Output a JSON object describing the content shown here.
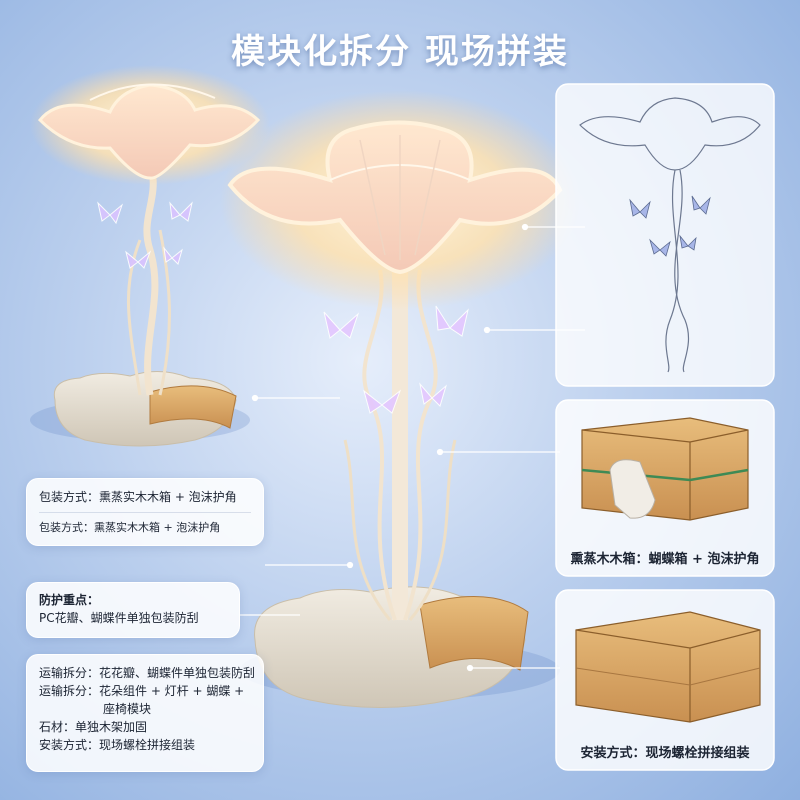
{
  "title": "模块化拆分 现场拼装",
  "left_panels": {
    "packing": {
      "line1": "包装方式：熏蒸实木木箱 + 泡沫护角",
      "line2": "包装方式：熏蒸实木木箱 + 泡沫护角"
    },
    "protection": {
      "heading": "防护重点：",
      "text": "PC花瓣、蝴蝶件单独包装防刮"
    },
    "transport": {
      "line1": "运输拆分：花花瓣、蝴蝶件单独包装防刮",
      "line2a": "运输拆分：花朵组件 + 灯杆 + 蝴蝶 +",
      "line2b": "座椅模块",
      "line3": "石材：单独木架加固",
      "line4": "安装方式：现场螺栓拼接组装"
    }
  },
  "right_panels": {
    "crate_top_caption": "熏蒸木木箱：蝴蝶箱 + 泡沫护角",
    "crate_bottom_caption": "安装方式：现场螺栓拼接组装"
  },
  "colors": {
    "background": "#bcd0ee",
    "glow": "#ffe9c2",
    "wood": "#d9a866",
    "stone": "#e9e3d8"
  }
}
